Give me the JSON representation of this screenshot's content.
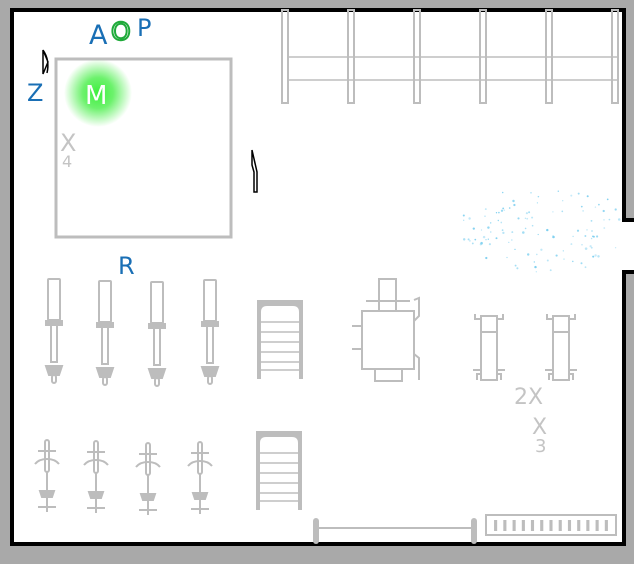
{
  "labels": {
    "a": "A",
    "o": "O",
    "p": "P",
    "z": "Z",
    "m": "M",
    "x_top": "X",
    "x_top_num": "4",
    "r": "R",
    "x2": "2X",
    "x3": "X",
    "x3_num": "3",
    "rack": "IIIIIIIIIIIII"
  },
  "colors": {
    "blue": "#1a6fb5",
    "green": "#1faa3a",
    "glow": "#3cf03c",
    "equipment": "#bdbdbd",
    "wall": "#000000",
    "outside": "#a9a9a9",
    "particles": "#7fd0f0"
  }
}
